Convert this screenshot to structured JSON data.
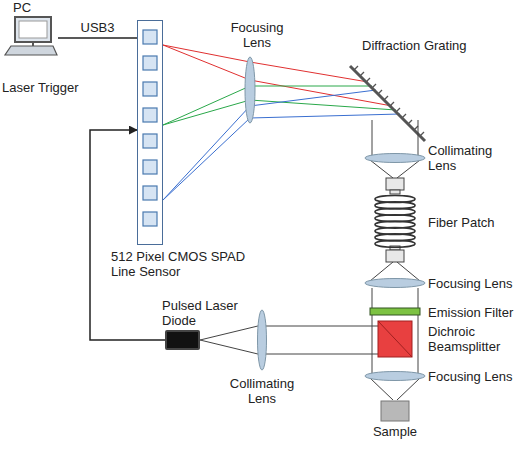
{
  "diagram": {
    "nodes": [
      {
        "text": [
          "PC"
        ]
      },
      {
        "text": [
          "512 Pixel CMOS SPAD Line Sensor"
        ]
      },
      {
        "text": [
          "Pulsed Laser Diode"
        ]
      }
    ],
    "edges": [
      {
        "from": 0,
        "to": 1,
        "arrow": "none",
        "label": "USB3"
      },
      {
        "from": 2,
        "to": 1,
        "arrow": "to",
        "label": "Laser Trigger"
      }
    ],
    "labels": [
      "Focusing Lens",
      "Diffraction Grating",
      "Collimating Lens",
      "Fiber Patch",
      "Focusing Lens",
      "Emission Filter",
      "Dichroic Beamsplitter",
      "Focusing Lens",
      "Sample",
      "Collimating Lens"
    ]
  }
}
